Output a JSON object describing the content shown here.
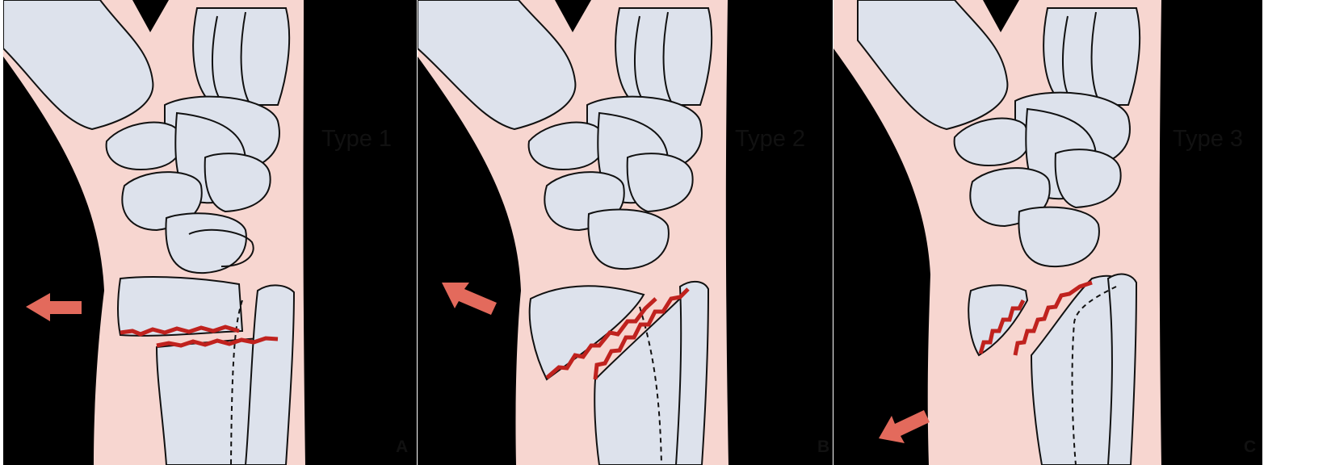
{
  "figure": {
    "colors": {
      "background": "#000000",
      "soft_tissue": "#f7d6d0",
      "bone": "#dde2ec",
      "outline": "#111111",
      "fracture": "#c0221e",
      "arrow": "#e36a5c"
    },
    "panels": [
      {
        "type_label": "Type 1",
        "letter": "A",
        "arrow_direction": "left"
      },
      {
        "type_label": "Type 2",
        "letter": "B",
        "arrow_direction": "up-left"
      },
      {
        "type_label": "Type 3",
        "letter": "C",
        "arrow_direction": "down-left"
      }
    ]
  }
}
